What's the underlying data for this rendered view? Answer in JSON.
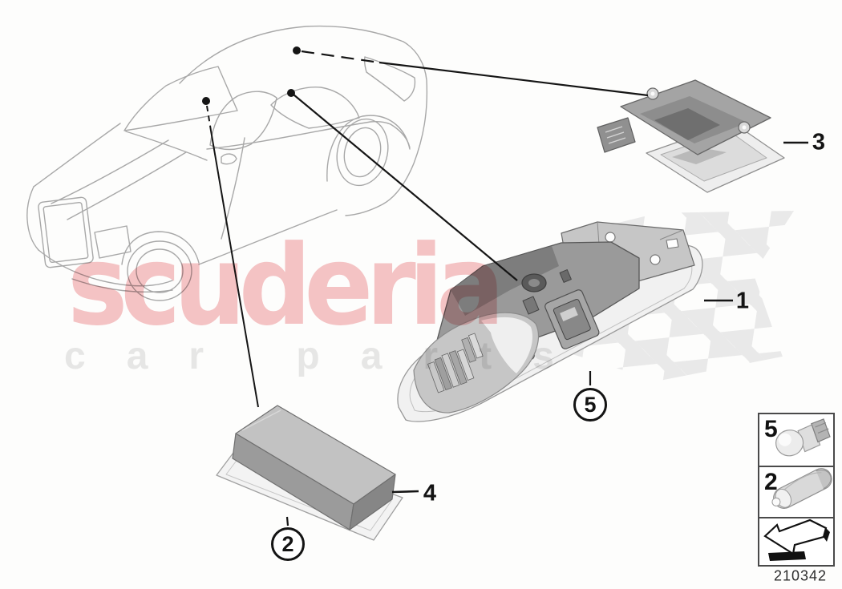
{
  "watermark": {
    "brand": "scuderia",
    "tagline": "car parts",
    "brand_color": "#f6c5c7",
    "tagline_color": "#e8e8e8"
  },
  "callouts": {
    "part_labels": [
      {
        "number": "1"
      },
      {
        "number": "3"
      },
      {
        "number": "4"
      }
    ],
    "circled_labels": [
      {
        "number": "5"
      },
      {
        "number": "2"
      }
    ]
  },
  "legend": {
    "items": [
      {
        "number": "5",
        "icon": "wedge-bulb-icon"
      },
      {
        "number": "2",
        "icon": "festoon-bulb-icon"
      },
      {
        "number": "",
        "icon": "direction-arrow-icon"
      }
    ],
    "diagram_number": "210342"
  },
  "colors": {
    "callout_line": "#151515",
    "car_outline": "#a8a8a8",
    "flag_check": "#e8e8e8",
    "part_gray_light": "#ececec",
    "part_gray_mid": "#a4a4a4",
    "part_gray_dark": "#6f6f6f"
  }
}
